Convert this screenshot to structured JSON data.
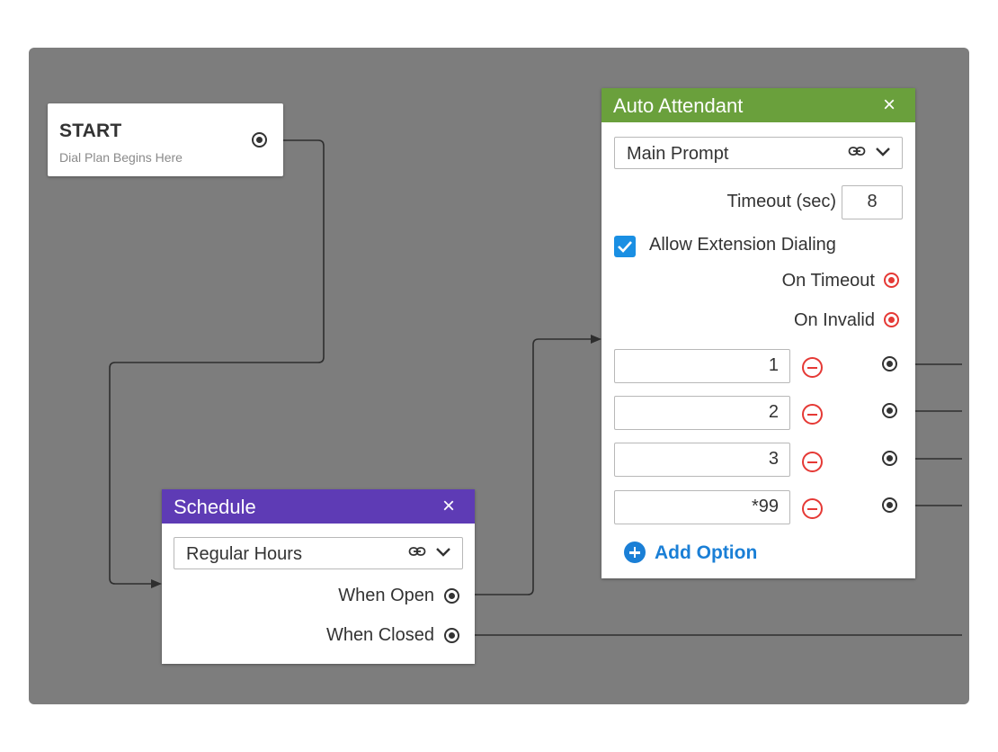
{
  "start": {
    "title": "START",
    "subtitle": "Dial Plan Begins Here"
  },
  "schedule": {
    "title": "Schedule",
    "close": "×",
    "select_value": "Regular Hours",
    "outputs": [
      "When Open",
      "When Closed"
    ]
  },
  "auto_attendant": {
    "title": "Auto Attendant",
    "close": "×",
    "prompt_value": "Main Prompt",
    "timeout_label": "Timeout (sec)",
    "timeout_value": "8",
    "allow_extension_label": "Allow Extension Dialing",
    "allow_extension_checked": true,
    "on_timeout_label": "On Timeout",
    "on_invalid_label": "On Invalid",
    "options": [
      "1",
      "2",
      "3",
      "*99"
    ],
    "add_option_label": "Add Option"
  },
  "colors": {
    "canvas": "#7d7d7d",
    "schedule_header": "#5e3bb5",
    "auto_attendant_header": "#6aa03c",
    "accent_blue": "#1a7fd6",
    "error_red": "#e53935"
  }
}
